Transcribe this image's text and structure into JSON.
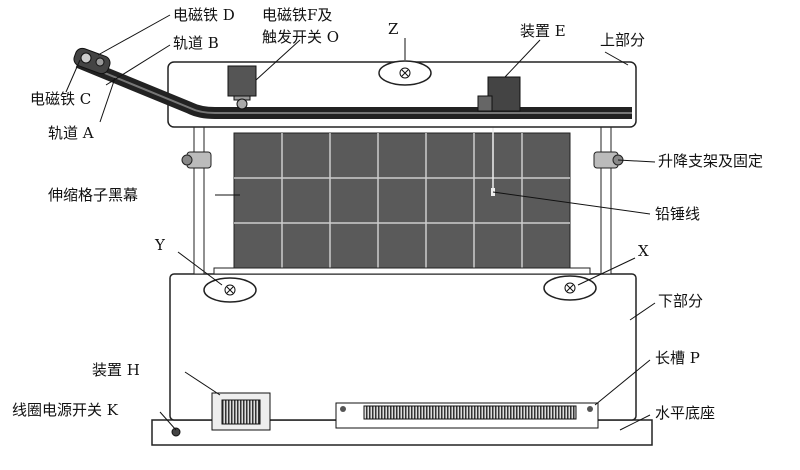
{
  "labels": {
    "magnet_d": "电磁铁 D",
    "track_b": "轨道 B",
    "magnet_c": "电磁铁 C",
    "track_a": "轨道 A",
    "magnet_f_line1": "电磁铁F及",
    "magnet_f_line2": "触发开关 O",
    "z": "Z",
    "device_e": "装置 E",
    "upper_part": "上部分",
    "lift_bracket": "升降支架及固定",
    "grid_screen": "伸缩格子黑幕",
    "plumb_line": "铅锤线",
    "y": "Y",
    "x": "X",
    "lower_part": "下部分",
    "device_h": "装置 H",
    "long_slot": "长槽 P",
    "coil_switch": "线圈电源开关 K",
    "base": "水平底座"
  }
}
